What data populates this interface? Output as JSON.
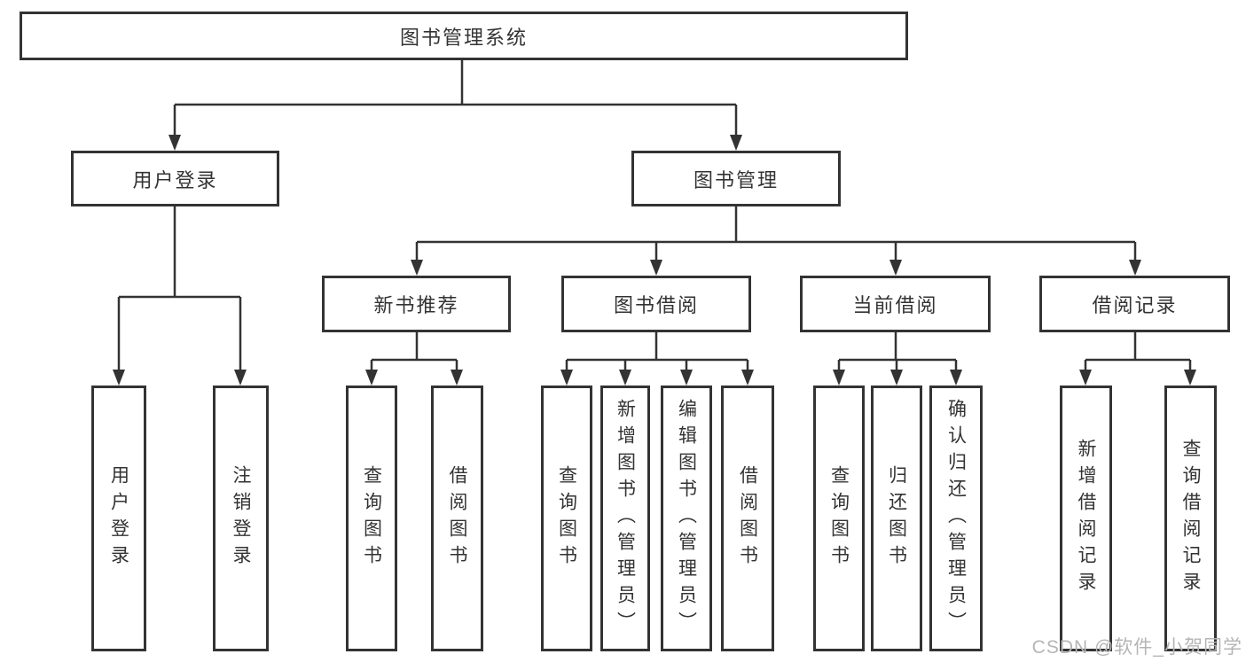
{
  "tree": {
    "label": "图书管理系统",
    "children": [
      {
        "label": "用户登录",
        "children": [
          {
            "label": "用户登录"
          },
          {
            "label": "注销登录"
          }
        ]
      },
      {
        "label": "图书管理",
        "children": [
          {
            "label": "新书推荐",
            "children": [
              {
                "label": "查询图书"
              },
              {
                "label": "借阅图书"
              }
            ]
          },
          {
            "label": "图书借阅",
            "children": [
              {
                "label": "查询图书"
              },
              {
                "label": "新增图书（管理员）"
              },
              {
                "label": "编辑图书（管理员）"
              },
              {
                "label": "借阅图书"
              }
            ]
          },
          {
            "label": "当前借阅",
            "children": [
              {
                "label": "查询图书"
              },
              {
                "label": "归还图书"
              },
              {
                "label": "确认归还（管理员）"
              }
            ]
          },
          {
            "label": "借阅记录",
            "children": [
              {
                "label": "新增借阅记录"
              },
              {
                "label": "查询借阅记录"
              }
            ]
          }
        ]
      }
    ]
  },
  "watermark": {
    "text": "CSDN @软件_小贺同学"
  },
  "colors": {
    "line": "#333333",
    "box_border": "#333333",
    "text": "#333333",
    "background": "#ffffff",
    "watermark": "#b5b5b5"
  }
}
